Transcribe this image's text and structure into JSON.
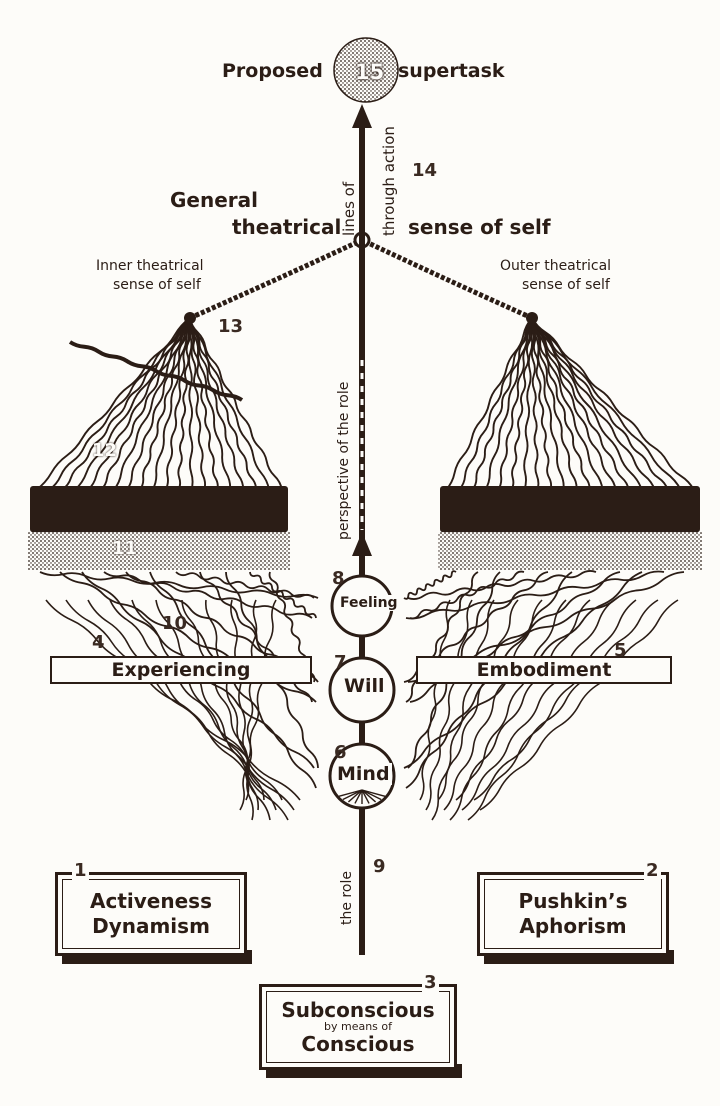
{
  "top": {
    "left_label": "Proposed",
    "circle_number": "15",
    "right_label": "supertask"
  },
  "general": {
    "line1": "General",
    "line2": "theatrical",
    "right": "sense of self"
  },
  "through_action": {
    "line1": "lines of",
    "line2": "through action",
    "number": "14"
  },
  "inner": {
    "line1": "Inner theatrical",
    "line2": "sense of self"
  },
  "outer": {
    "line1": "Outer theatrical",
    "line2": "sense of self"
  },
  "perspective_label": "perspective of the role",
  "role_label": "the role",
  "centers": {
    "feeling": "Feeling",
    "will": "Will",
    "mind": "Mind"
  },
  "bars": {
    "experiencing": "Experiencing",
    "embodiment": "Embodiment"
  },
  "numbers": {
    "n4": "4",
    "n5": "5",
    "n6": "6",
    "n7": "7",
    "n8": "8",
    "n9": "9",
    "n10": "10",
    "n11": "11",
    "n12": "12",
    "n13": "13",
    "n1": "1",
    "n2": "2",
    "n3": "3"
  },
  "boxes": {
    "box1": {
      "line1": "Activeness",
      "line2": "Dynamism"
    },
    "box2": {
      "line1": "Pushkin’s",
      "line2": "Aphorism"
    },
    "box3": {
      "line1": "Subconscious",
      "line2": "by means of",
      "line3": "Conscious"
    }
  },
  "colors": {
    "ink": "#2b1d16",
    "paper": "#fdfcf9"
  }
}
